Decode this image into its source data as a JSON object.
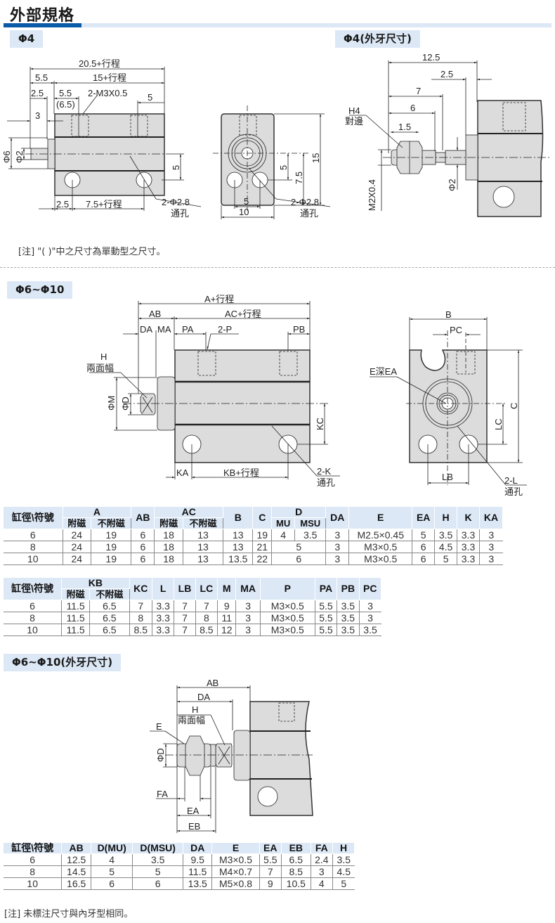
{
  "page": {
    "title": "外部規格",
    "colors": {
      "accent": "#0a5aa8",
      "tag_bg": "#dce8f6",
      "body_fill": "#dcdcdc"
    }
  },
  "phi4": {
    "tag": "Φ4",
    "front": {
      "dim_total": "20.5+行程",
      "dim_body": "15+行程",
      "dim_5_5_top": "5.5",
      "dim_2_5": "2.5",
      "dim_5_5": "5.5",
      "dim_6_5": "(6.5)",
      "port": "2-M3X0.5",
      "dim_5_right": "5",
      "dim_3": "3",
      "phi6": "Φ6",
      "phi2": "Φ2",
      "dim_5_v": "5",
      "dim_2_5_bottom": "2.5",
      "dim_7_5_stroke": "7.5+行程",
      "hole": "2-Φ2.8",
      "hole_sub": "通孔"
    },
    "side": {
      "dim_5_v": "5",
      "dim_7_5": "7.5",
      "dim_15": "15",
      "dim_5_h": "5",
      "dim_10": "10",
      "hole": "2-Φ2.8",
      "hole_sub": "通孔"
    },
    "note": "[注] \"( )\"中之尺寸為單動型之尺寸。"
  },
  "phi4_ext": {
    "tag": "Φ4(外牙尺寸)",
    "dim_12_5": "12.5",
    "dim_2_5": "2.5",
    "dim_7": "7",
    "dim_6": "6",
    "dim_1_5": "1.5",
    "h4": "H4",
    "h4_sub": "對邊",
    "thread": "M2X0.4",
    "phi2": "Φ2"
  },
  "phi6_10": {
    "tag": "Φ6~Φ10",
    "front": {
      "a": "A+行程",
      "ab": "AB",
      "ac": "AC+行程",
      "da": "DA",
      "ma": "MA",
      "pa": "PA",
      "p": "2-P",
      "pb": "PB",
      "h": "H",
      "h_sub": "兩面幅",
      "phim": "ΦM",
      "phid": "ΦD",
      "kc": "KC",
      "ka": "KA",
      "kb": "KB+行程",
      "k": "2-K",
      "k_sub": "通孔"
    },
    "side": {
      "b": "B",
      "pc": "PC",
      "e": "E深EA",
      "lc": "LC",
      "c": "C",
      "lb": "LB",
      "l": "2-L",
      "l_sub": "通孔"
    },
    "table1": {
      "header_top": [
        "缸徑\\符號",
        "A",
        "AB",
        "AC",
        "B",
        "C",
        "D",
        "DA",
        "E",
        "EA",
        "H",
        "K",
        "KA"
      ],
      "header_sub": [
        "附磁",
        "不附磁",
        "附磁",
        "不附磁",
        "MU",
        "MSU"
      ],
      "rows": [
        [
          "6",
          "24",
          "19",
          "6",
          "18",
          "13",
          "13",
          "19",
          "4",
          "3.5",
          "3",
          "M2.5×0.45",
          "5",
          "3.5",
          "3.3",
          "3"
        ],
        [
          "8",
          "24",
          "19",
          "6",
          "18",
          "13",
          "13",
          "21",
          "5",
          "3",
          "M3×0.5",
          "6",
          "4.5",
          "3.3",
          "3"
        ],
        [
          "10",
          "24",
          "19",
          "6",
          "18",
          "13",
          "13.5",
          "22",
          "6",
          "3",
          "M3×0.5",
          "6",
          "5",
          "3.3",
          "3"
        ]
      ]
    },
    "table2": {
      "header_top": [
        "缸徑\\符號",
        "KB",
        "KC",
        "L",
        "LB",
        "LC",
        "M",
        "MA",
        "P",
        "PA",
        "PB",
        "PC"
      ],
      "header_sub": [
        "附磁",
        "不附磁"
      ],
      "rows": [
        [
          "6",
          "11.5",
          "6.5",
          "7",
          "3.3",
          "7",
          "7",
          "9",
          "3",
          "M3×0.5",
          "5.5",
          "3.5",
          "3"
        ],
        [
          "8",
          "11.5",
          "6.5",
          "8",
          "3.3",
          "7",
          "8",
          "11",
          "3",
          "M3×0.5",
          "5.5",
          "3.5",
          "3"
        ],
        [
          "10",
          "11.5",
          "6.5",
          "8.5",
          "3.3",
          "7",
          "8.5",
          "12",
          "3",
          "M3×0.5",
          "5.5",
          "3.5",
          "3.5"
        ]
      ]
    }
  },
  "phi6_10_ext": {
    "tag": "Φ6~Φ10(外牙尺寸)",
    "drawing": {
      "ab": "AB",
      "da": "DA",
      "h": "H",
      "h_sub": "兩面幅",
      "e": "E",
      "phid": "ΦD",
      "fa": "FA",
      "ea": "EA",
      "eb": "EB"
    },
    "table": {
      "header": [
        "缸徑\\符號",
        "AB",
        "D(MU)",
        "D(MSU)",
        "DA",
        "E",
        "EA",
        "EB",
        "FA",
        "H"
      ],
      "rows": [
        [
          "6",
          "12.5",
          "4",
          "3.5",
          "9.5",
          "M3×0.5",
          "5.5",
          "6.5",
          "2.4",
          "3.5"
        ],
        [
          "8",
          "14.5",
          "5",
          "5",
          "11.5",
          "M4×0.7",
          "7",
          "8.5",
          "3",
          "4.5"
        ],
        [
          "10",
          "16.5",
          "6",
          "6",
          "13.5",
          "M5×0.8",
          "9",
          "10.5",
          "4",
          "5"
        ]
      ]
    },
    "note": "[注] 未標注尺寸與內牙型相同。"
  }
}
